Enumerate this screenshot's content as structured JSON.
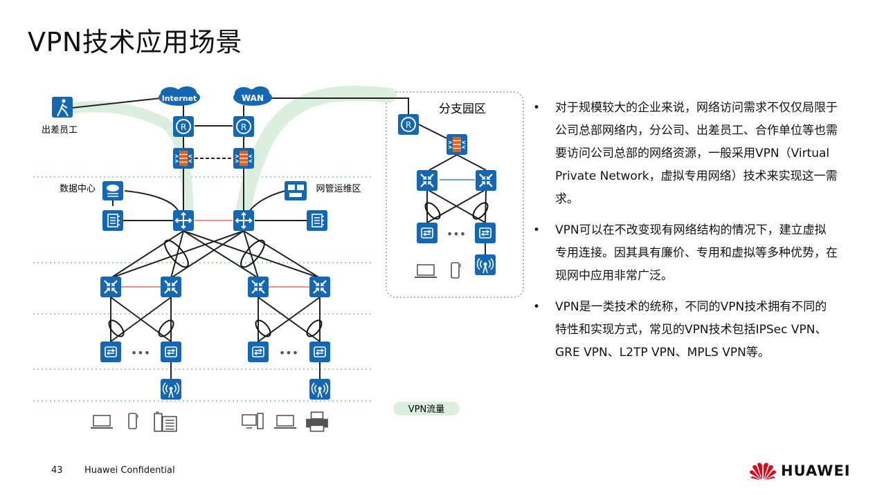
{
  "slide": {
    "title": "VPN技术应用场景",
    "page_number": "43",
    "confidential": "Huawei Confidential",
    "brand": "HUAWEI"
  },
  "diagram": {
    "cloud_internet": "Internet",
    "cloud_wan": "WAN",
    "traveler_label": "出差员工",
    "datacenter_label": "数据中心",
    "netops_label": "网管运维区",
    "branch_label": "分支园区",
    "legend_vpn": "VPN流量",
    "ellipsis": "•••"
  },
  "colors": {
    "device_blue": "#1467b3",
    "firewall_orange": "#e0601e",
    "vpn_green": "#dcefdf",
    "link_red": "#e06a6a",
    "dotted_green": "#9fd6a8"
  },
  "bullets": [
    {
      "marker": "•",
      "text": "对于规模较大的企业来说，网络访问需求不仅仅局限于公司总部网络内，分公司、出差员工、合作单位等也需要访问公司总部的网络资源，一般采用VPN（Virtual Private Network，虚拟专用网络）技术来实现这一需求。"
    },
    {
      "marker": "•",
      "text": "VPN可以在不改变现有网络结构的情况下，建立虚拟专用连接。因其具有廉价、专用和虚拟等多种优势，在现网中应用非常广泛。"
    },
    {
      "marker": "•",
      "text": "VPN是一类技术的统称，不同的VPN技术拥有不同的特性和实现方式，常见的VPN技术包括IPSec VPN、GRE VPN、L2TP VPN、MPLS VPN等。"
    }
  ]
}
